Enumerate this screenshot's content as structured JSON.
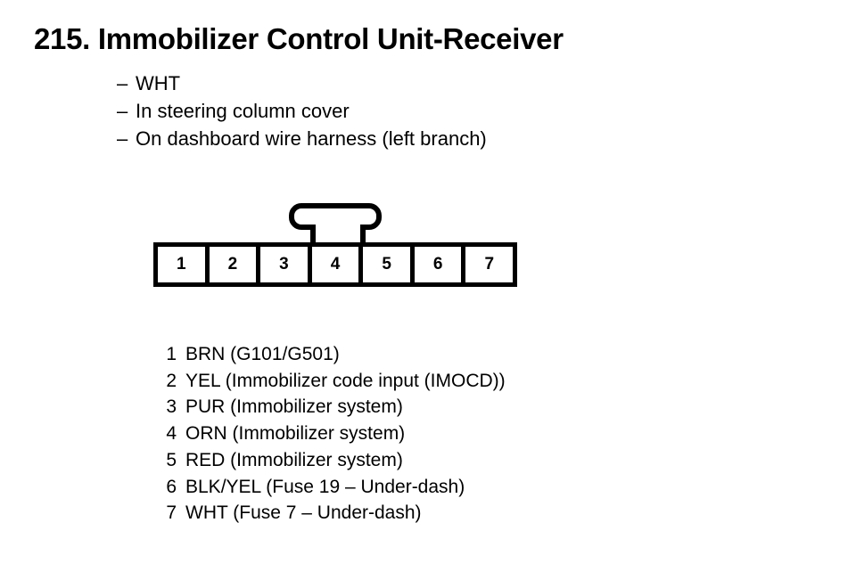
{
  "title": "215.  Immobilizer Control Unit-Receiver",
  "notes": {
    "dash": "–",
    "lines": [
      "WHT",
      "In steering column cover",
      "On dashboard wire harness (left branch)"
    ]
  },
  "connector": {
    "pin_labels": [
      "1",
      "2",
      "3",
      "4",
      "5",
      "6",
      "7"
    ],
    "tab_position_pin": "4"
  },
  "pin_legend": [
    {
      "num": "1",
      "desc": "BRN (G101/G501)"
    },
    {
      "num": "2",
      "desc": "YEL (Immobilizer code input (IMOCD))"
    },
    {
      "num": "3",
      "desc": "PUR (Immobilizer system)"
    },
    {
      "num": "4",
      "desc": "ORN (Immobilizer system)"
    },
    {
      "num": "5",
      "desc": "RED (Immobilizer system)"
    },
    {
      "num": "6",
      "desc": "BLK/YEL (Fuse 19 – Under-dash)"
    },
    {
      "num": "7",
      "desc": "WHT (Fuse 7 – Under-dash)"
    }
  ],
  "colors": {
    "ink": "#000000",
    "paper": "#ffffff"
  }
}
